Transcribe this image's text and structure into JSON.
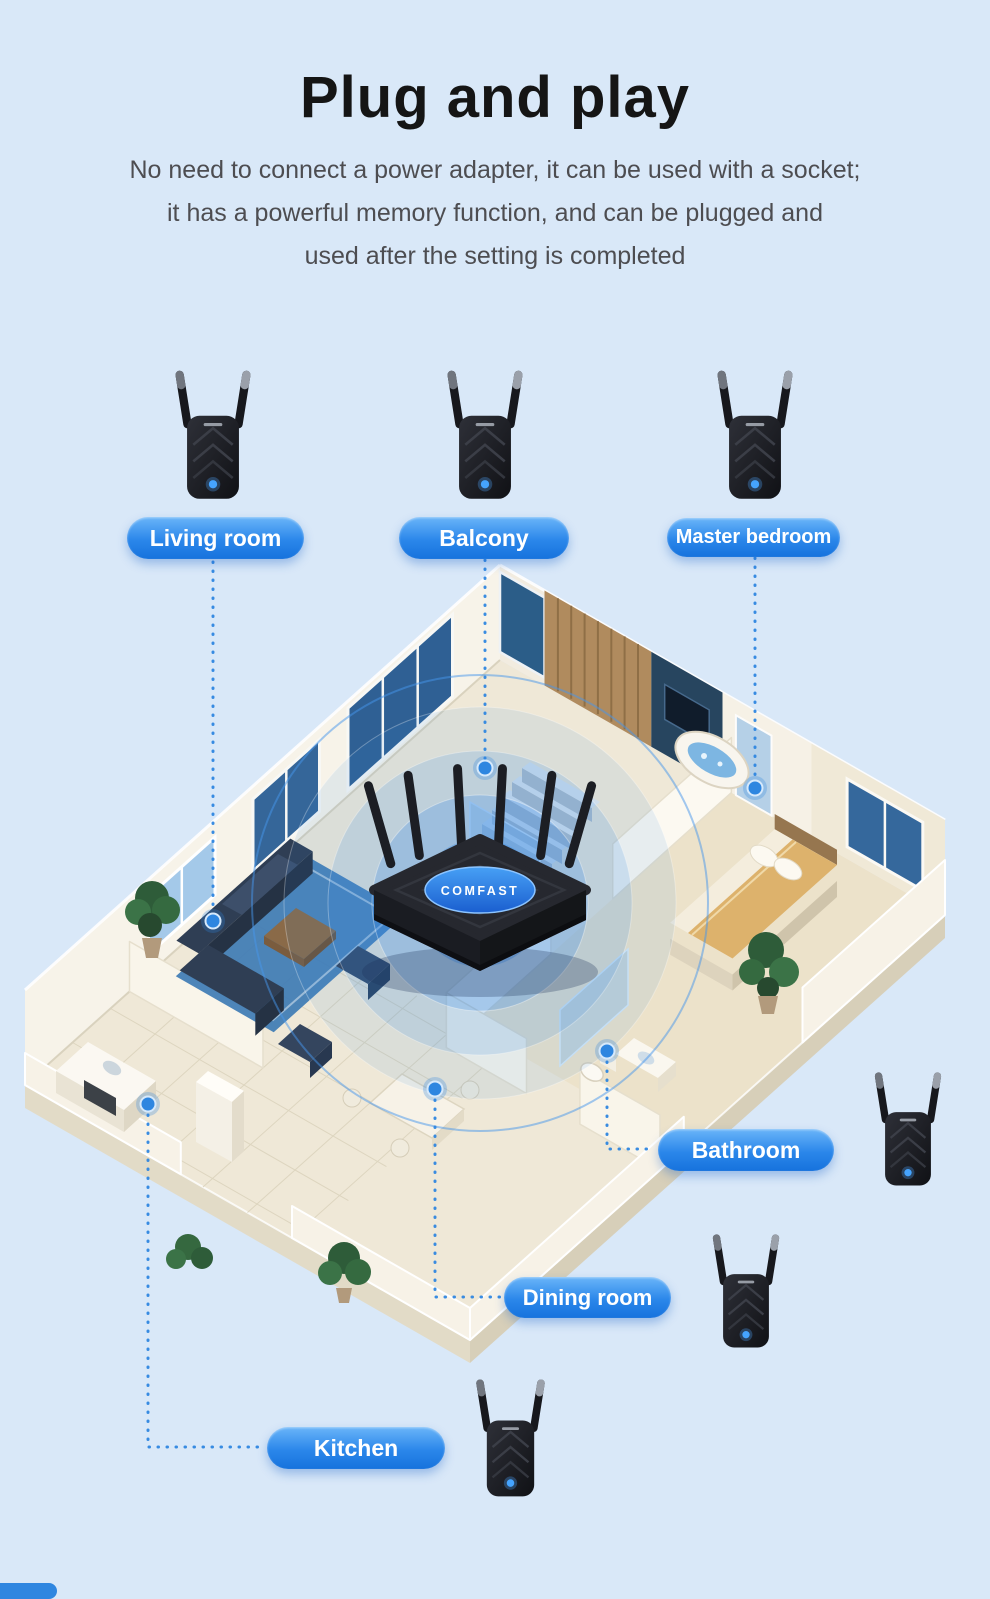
{
  "page": {
    "background_color": "#d9e8f8",
    "title": "Plug and play",
    "subtitle_lines": [
      "No need to connect a power adapter, it can be used with a socket;",
      "it has a powerful memory function, and can be plugged and",
      "used after the setting is completed"
    ]
  },
  "router": {
    "brand": "COMFAST"
  },
  "rooms": [
    {
      "id": "living-room",
      "label": "Living room"
    },
    {
      "id": "balcony",
      "label": "Balcony"
    },
    {
      "id": "master-bedroom",
      "label": "Master bedroom"
    },
    {
      "id": "bathroom",
      "label": "Bathroom"
    },
    {
      "id": "dining-room",
      "label": "Dining room"
    },
    {
      "id": "kitchen",
      "label": "Kitchen"
    }
  ],
  "devices": [
    {
      "location": "living-room"
    },
    {
      "location": "balcony"
    },
    {
      "location": "master-bedroom"
    },
    {
      "location": "bathroom"
    },
    {
      "location": "dining-room"
    },
    {
      "location": "kitchen"
    }
  ],
  "colors": {
    "label_pill_top": "#6ab5f9",
    "label_pill_bottom": "#1672dd",
    "signal_blue": "#3487e4",
    "connector_blue": "#2e86e0",
    "title_text": "#151515",
    "subtitle_text": "#4d4d51"
  }
}
